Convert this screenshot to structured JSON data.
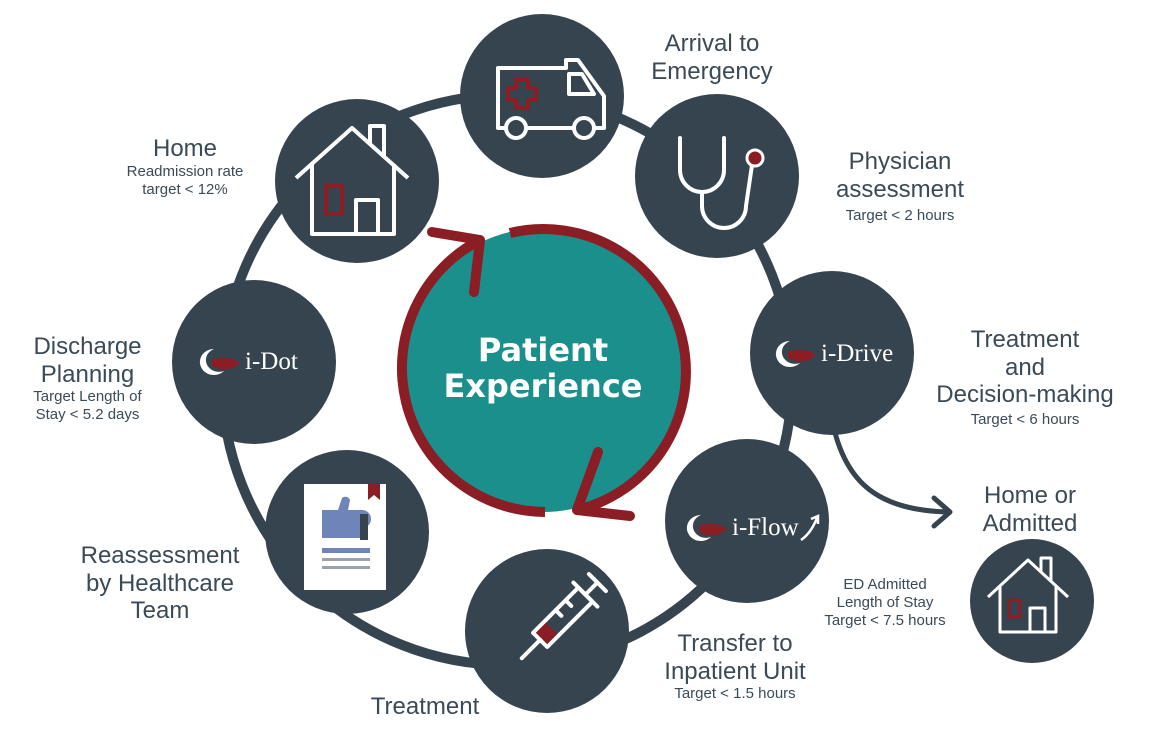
{
  "center": {
    "line1": "Patient",
    "line2": "Experience"
  },
  "steps": {
    "arrival": {
      "title1": "Arrival to",
      "title2": "Emergency",
      "icon": "ambulance-icon"
    },
    "physician": {
      "title1": "Physician",
      "title2": "assessment",
      "target": "Target < 2 hours",
      "icon": "stethoscope-icon"
    },
    "treatment_decision": {
      "title1": "Treatment",
      "title2": "and",
      "title3": "Decision-making",
      "target": "Target < 6 hours",
      "brand": "i-Drive"
    },
    "home_admitted": {
      "title1": "Home or",
      "title2": "Admitted",
      "icon": "house-icon"
    },
    "ed_admitted": {
      "line1": "ED Admitted",
      "line2": "Length of Stay",
      "line3": "Target < 7.5 hours",
      "brand": "i-Flow"
    },
    "transfer": {
      "title1": "Transfer to",
      "title2": "Inpatient Unit",
      "target": "Target < 1.5 hours",
      "icon": "syringe-icon"
    },
    "treatment": {
      "title": "Treatment"
    },
    "reassessment": {
      "title1": "Reassessment",
      "title2": "by Healthcare",
      "title3": "Team",
      "icon": "thumbs-up-document-icon"
    },
    "discharge": {
      "title1": "Discharge",
      "title2": "Planning",
      "sub1": "Target Length of",
      "sub2": "Stay < 5.2 days",
      "brand": "i-Dot"
    },
    "home": {
      "title": "Home",
      "sub1": "Readmission rate",
      "sub2": "target < 12%",
      "icon": "house-icon"
    }
  },
  "colors": {
    "node": "#36444f",
    "teal": "#1a8f8c",
    "maroon": "#8b1d24",
    "text": "#3a4a57"
  }
}
